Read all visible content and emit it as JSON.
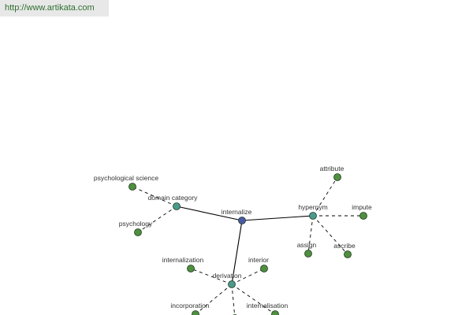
{
  "header": {
    "url": "http://www.artikata.com"
  },
  "colors": {
    "root": "#4a5aa8",
    "hub": "#4b9a8c",
    "leaf": "#4f8f3f",
    "edge": "#000000",
    "node_stroke": "#1f3a1f"
  },
  "graph": {
    "nodes": [
      {
        "id": "internalize",
        "label": "internalize",
        "kind": "root"
      },
      {
        "id": "domain_category",
        "label": "domain category",
        "kind": "hub"
      },
      {
        "id": "hypernym",
        "label": "hypernym",
        "kind": "hub"
      },
      {
        "id": "derivation",
        "label": "derivation",
        "kind": "hub"
      },
      {
        "id": "psychological_science",
        "label": "psychological science",
        "kind": "leaf"
      },
      {
        "id": "psychology",
        "label": "psychology",
        "kind": "leaf"
      },
      {
        "id": "attribute",
        "label": "attribute",
        "kind": "leaf"
      },
      {
        "id": "impute",
        "label": "impute",
        "kind": "leaf"
      },
      {
        "id": "assign",
        "label": "assign",
        "kind": "leaf"
      },
      {
        "id": "ascribe",
        "label": "ascribe",
        "kind": "leaf"
      },
      {
        "id": "internalization",
        "label": "internalization",
        "kind": "leaf"
      },
      {
        "id": "interior",
        "label": "interior",
        "kind": "leaf"
      },
      {
        "id": "incorporation",
        "label": "incorporation",
        "kind": "leaf"
      },
      {
        "id": "internalisation",
        "label": "internalisation",
        "kind": "leaf"
      },
      {
        "id": "bottom_node",
        "label": "",
        "kind": "leaf"
      }
    ],
    "edges": [
      {
        "from": "internalize",
        "to": "domain_category",
        "style": "solid"
      },
      {
        "from": "internalize",
        "to": "hypernym",
        "style": "solid"
      },
      {
        "from": "internalize",
        "to": "derivation",
        "style": "solid"
      },
      {
        "from": "domain_category",
        "to": "psychological_science",
        "style": "dashed"
      },
      {
        "from": "domain_category",
        "to": "psychology",
        "style": "dashed"
      },
      {
        "from": "hypernym",
        "to": "attribute",
        "style": "dashed"
      },
      {
        "from": "hypernym",
        "to": "impute",
        "style": "dashed"
      },
      {
        "from": "hypernym",
        "to": "assign",
        "style": "dashed"
      },
      {
        "from": "hypernym",
        "to": "ascribe",
        "style": "dashed"
      },
      {
        "from": "derivation",
        "to": "internalization",
        "style": "dashed"
      },
      {
        "from": "derivation",
        "to": "interior",
        "style": "dashed"
      },
      {
        "from": "derivation",
        "to": "incorporation",
        "style": "dashed"
      },
      {
        "from": "derivation",
        "to": "internalisation",
        "style": "dashed"
      },
      {
        "from": "derivation",
        "to": "bottom_node",
        "style": "dashed"
      }
    ]
  }
}
